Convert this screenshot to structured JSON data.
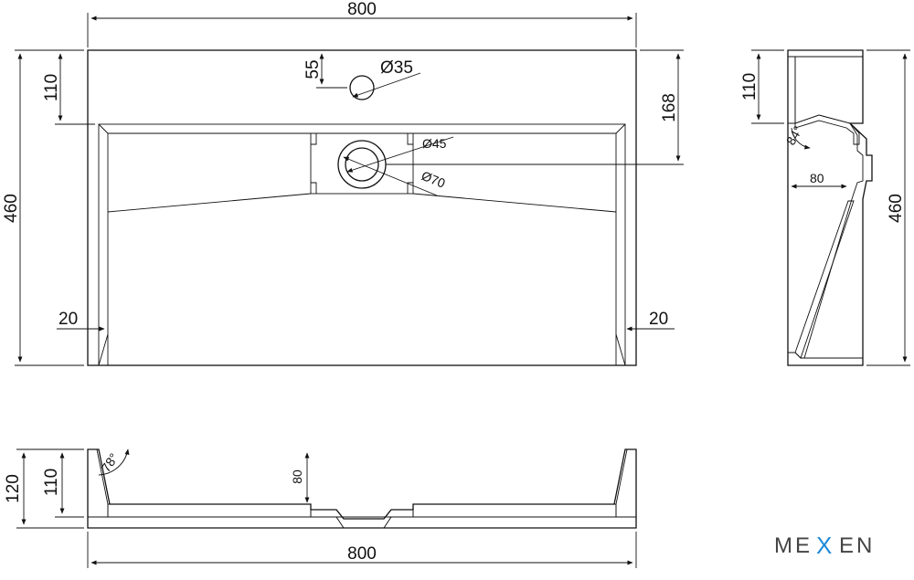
{
  "brand": {
    "prefix": "ME",
    "accent_letter": "X",
    "suffix": "EN",
    "accent_color": "#1f8ad8"
  },
  "top_view": {
    "width": "800",
    "height": "460",
    "faucet_offset": "110",
    "faucet_hole_offset": "55",
    "faucet_hole_diameter": "Ø35",
    "drain_offset": "168",
    "drain_inner_diameter": "Ø45",
    "drain_outer_diameter": "Ø70",
    "rim_left": "20",
    "rim_right": "20"
  },
  "side_view": {
    "top_offset": "110",
    "height": "460",
    "angle": "84°",
    "depth": "80"
  },
  "front_view": {
    "height_total": "120",
    "height_inner": "110",
    "angle": "78°",
    "drain_depth": "80",
    "width": "800"
  }
}
